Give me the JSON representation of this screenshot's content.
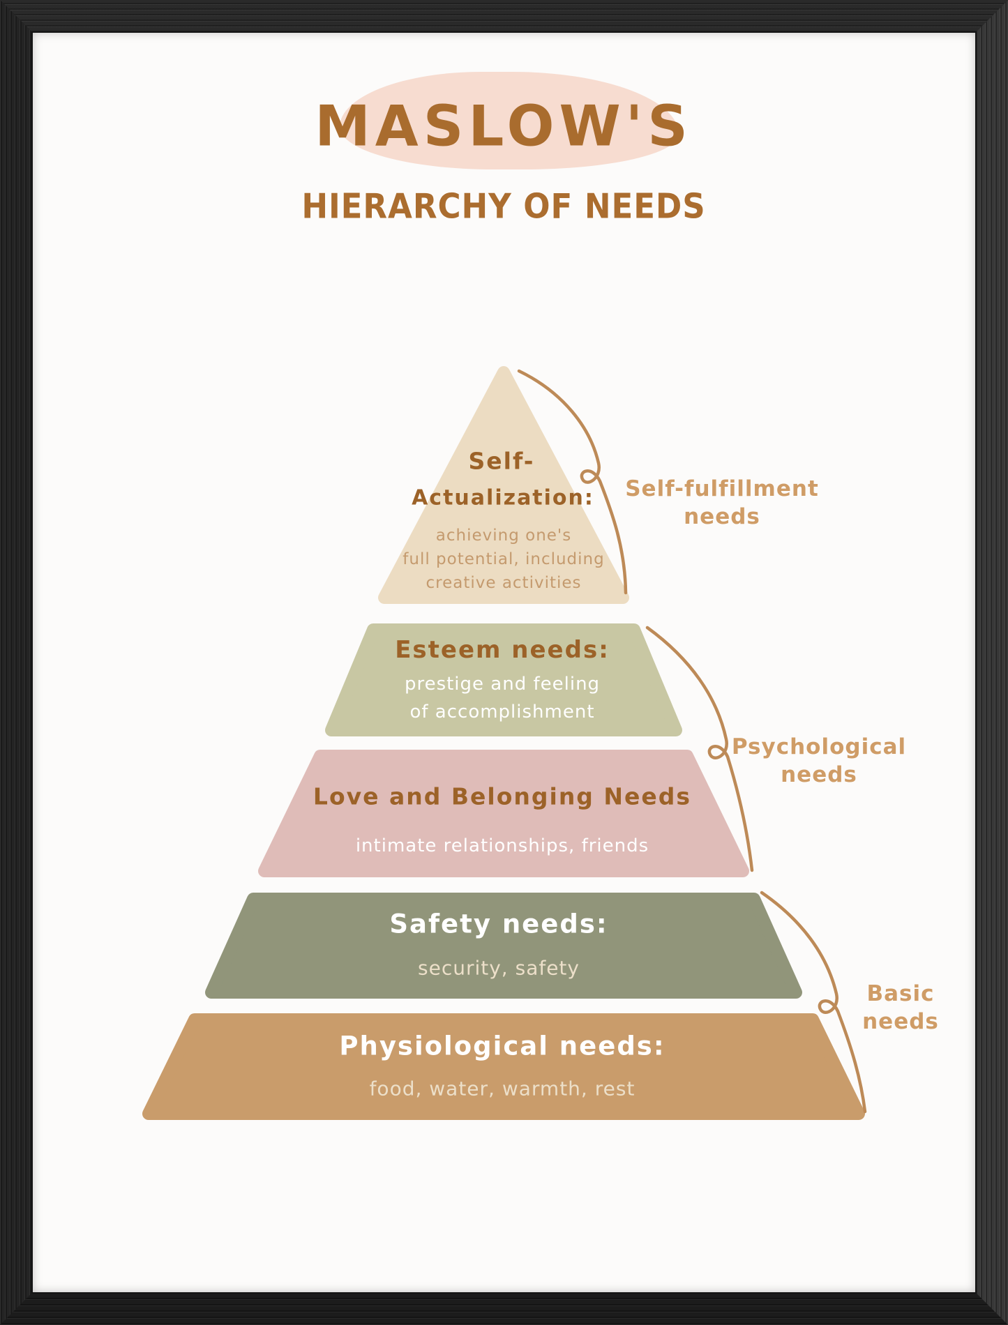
{
  "poster": {
    "title": "MASLOW'S",
    "subtitle": "HIERARCHY OF NEEDS",
    "colors": {
      "frame": "#242424",
      "paper": "#fcfbfa",
      "title_text": "#a96c2e",
      "title_blob": "#f7dcd0",
      "bracket_line": "#bd8a57",
      "side_label_text": "#cf9c66"
    }
  },
  "tiers": [
    {
      "name": "self-actualization",
      "color": "#ecdcc2",
      "title_line1": "Self-",
      "title_line2": "Actualization:",
      "desc_line1": "achieving one's",
      "desc_line2": "full potential, including",
      "desc_line3": "creative activities"
    },
    {
      "name": "esteem",
      "color": "#c8c7a3",
      "title_line1": "Esteem needs:",
      "desc_line1": "prestige and feeling",
      "desc_line2": "of accomplishment"
    },
    {
      "name": "love-and-belonging",
      "color": "#dfbcb8",
      "title_line1": "Love and Belonging Needs",
      "desc_line1": "intimate relationships, friends"
    },
    {
      "name": "safety",
      "color": "#91957a",
      "title_line1": "Safety needs:",
      "desc_line1": "security, safety"
    },
    {
      "name": "physiological",
      "color": "#c99c6b",
      "title_line1": "Physiological needs:",
      "desc_line1": "food, water, warmth, rest"
    }
  ],
  "side_labels": [
    {
      "line1": "Self-fulfillment",
      "line2": "needs"
    },
    {
      "line1": "Psychological",
      "line2": "needs"
    },
    {
      "line1": "Basic",
      "line2": "needs"
    }
  ]
}
